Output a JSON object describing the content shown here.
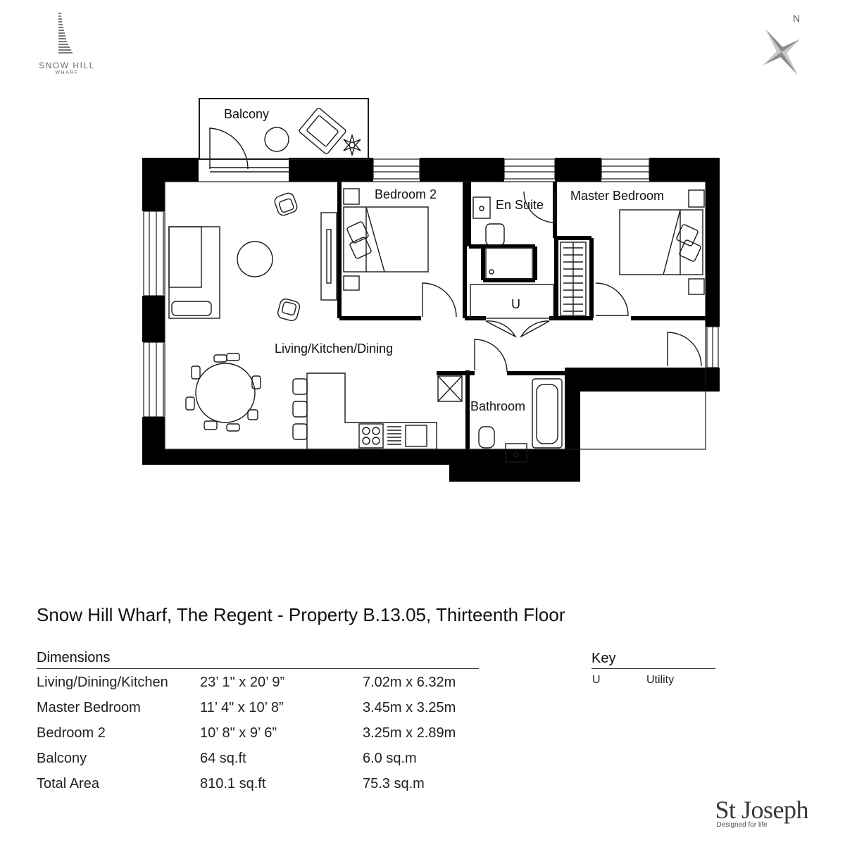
{
  "logo": {
    "line1": "SNOW HILL",
    "line2": "WHARF",
    "icon": "building-stripes-icon"
  },
  "compass": {
    "label": "N",
    "icon": "compass-rose-icon"
  },
  "rooms": {
    "balcony": "Balcony",
    "bedroom2": "Bedroom 2",
    "ensuite": "En Suite",
    "master": "Master Bedroom",
    "utility": "U",
    "living": "Living/Kitchen/Dining",
    "bathroom": "Bathroom"
  },
  "title": "Snow Hill Wharf, The Regent - Property B.13.05, Thirteenth Floor",
  "dimensions": {
    "heading": "Dimensions",
    "rows": [
      {
        "room": "Living/Dining/Kitchen",
        "imperial": "23’ 1\" x 20’ 9”",
        "metric": "7.02m x 6.32m"
      },
      {
        "room": "Master Bedroom",
        "imperial": "11’ 4\" x 10’ 8”",
        "metric": "3.45m x 3.25m"
      },
      {
        "room": "Bedroom 2",
        "imperial": "10’ 8\" x 9’ 6”",
        "metric": "3.25m x 2.89m"
      },
      {
        "room": "Balcony",
        "imperial": "64 sq.ft",
        "metric": "6.0 sq.m"
      },
      {
        "room": "Total Area",
        "imperial": "810.1 sq.ft",
        "metric": "75.3 sq.m"
      }
    ]
  },
  "key": {
    "heading": "Key",
    "items": [
      {
        "code": "U",
        "meaning": "Utility"
      }
    ]
  },
  "brand": {
    "name": "St Joseph",
    "tagline": "Designed for life"
  },
  "colors": {
    "wall": "#000000",
    "line": "#1a1a1a",
    "logo": "#6b6b6b"
  }
}
